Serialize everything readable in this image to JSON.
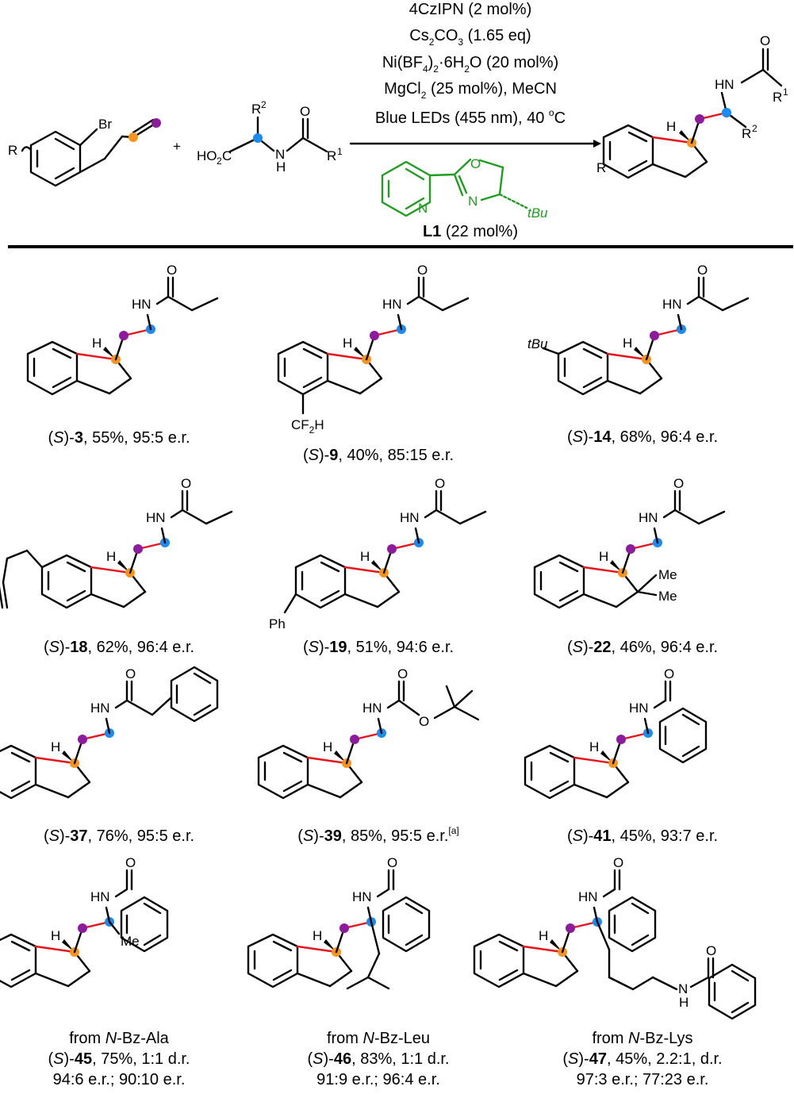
{
  "conditions": {
    "line1": "4CzIPN (2 mol%)",
    "line2_pre": "Cs",
    "line2_sub1": "2",
    "line2_mid": "CO",
    "line2_sub2": "3",
    "line2_post": " (1.65 eq)",
    "line3_pre": "Ni(BF",
    "line3_sub1": "4",
    "line3_mid": ")",
    "line3_sub2": "2",
    "line3_post": "·6H",
    "line3_sub3": "2",
    "line3_end": "O (20 mol%)",
    "line4_pre": "MgCl",
    "line4_sub": "2",
    "line4_post": " (25 mol%), MeCN",
    "line5_pre": "Blue LEDs (455 nm), 40 ",
    "line5_sup": "o",
    "line5_post": "C",
    "ligand_label": "L1",
    "ligand_loading": " (22 mol%)",
    "ligand_tbu": "tBu",
    "ligand_N1": "N",
    "ligand_N2": "N",
    "ligand_O": "O"
  },
  "reactants": {
    "aryl_Br": "Br",
    "aryl_R": "R",
    "plus": "+",
    "acid_R2": "R",
    "acid_R2_sup": "2",
    "acid_HO2C": "HO",
    "acid_HO2C_sub": "2",
    "acid_C": "C",
    "acid_N": "N",
    "acid_H": "H",
    "acid_O": "O",
    "acid_R1": "R",
    "acid_R1_sup": "1"
  },
  "product": {
    "HN": "HN",
    "O": "O",
    "R1": "R",
    "R1_sup": "1",
    "R2": "R",
    "R2_sup": "2",
    "H": "H",
    "R": "R"
  },
  "examples": [
    {
      "id": "3",
      "pre": "(",
      "S": "S",
      "mid": ")-",
      "num": "3",
      "post": ", 55%, 95:5 e.r."
    },
    {
      "id": "9",
      "pre": "(",
      "S": "S",
      "mid": ")-",
      "num": "9",
      "post": ", 40%, 85:15 e.r.",
      "subst": "CF",
      "subst_sub": "2",
      "subst_post": "H"
    },
    {
      "id": "14",
      "pre": "(",
      "S": "S",
      "mid": ")-",
      "num": "14",
      "post": ", 68%, 96:4 e.r.",
      "subst": "tBu"
    },
    {
      "id": "18",
      "pre": "(",
      "S": "S",
      "mid": ")-",
      "num": "18",
      "post": ", 62%, 96:4 e.r."
    },
    {
      "id": "19",
      "pre": "(",
      "S": "S",
      "mid": ")-",
      "num": "19",
      "post": ", 51%, 94:6 e.r.",
      "subst": "Ph"
    },
    {
      "id": "22",
      "pre": "(",
      "S": "S",
      "mid": ")-",
      "num": "22",
      "post": ", 46%, 96:4 e.r.",
      "me1": "Me",
      "me2": "Me"
    },
    {
      "id": "37",
      "pre": "(",
      "S": "S",
      "mid": ")-",
      "num": "37",
      "post": ", 76%, 95:5 e.r."
    },
    {
      "id": "39",
      "pre": "(",
      "S": "S",
      "mid": ")-",
      "num": "39",
      "post": ", 85%, 95:5 e.r.",
      "note": "[a]",
      "Oester": "O"
    },
    {
      "id": "41",
      "pre": "(",
      "S": "S",
      "mid": ")-",
      "num": "41",
      "post": ", 45%, 93:7 e.r."
    },
    {
      "id": "45",
      "from_pre": "from ",
      "from_it": "N",
      "from_post": "-Bz-Ala",
      "pre": "(",
      "S": "S",
      "mid": ")-",
      "num": "45",
      "post": ", 75%, 1:1 d.r.",
      "er": "94:6 e.r.; 90:10 e.r.",
      "me": "Me"
    },
    {
      "id": "46",
      "from_pre": "from ",
      "from_it": "N",
      "from_post": "-Bz-Leu",
      "pre": "(",
      "S": "S",
      "mid": ")-",
      "num": "46",
      "post": ", 83%, 1:1 d.r.",
      "er": "91:9 e.r.; 96:4 e.r."
    },
    {
      "id": "47",
      "from_pre": "from ",
      "from_it": "N",
      "from_post": "-Bz-Lys",
      "pre": "(",
      "S": "S",
      "mid": ")-",
      "num": "47",
      "post": ", 45%, 2.2:1, d.r.",
      "er": "97:3 e.r.; 77:23 e.r.",
      "NH_N": "N",
      "NH_H": "H"
    }
  ],
  "common": {
    "HN": "HN",
    "O": "O",
    "H": "H"
  },
  "colors": {
    "purple": "#8e1b9e",
    "blue": "#1a8cf0",
    "orange": "#f7941d",
    "red": "#e8141b",
    "green": "#1e9e1e"
  }
}
